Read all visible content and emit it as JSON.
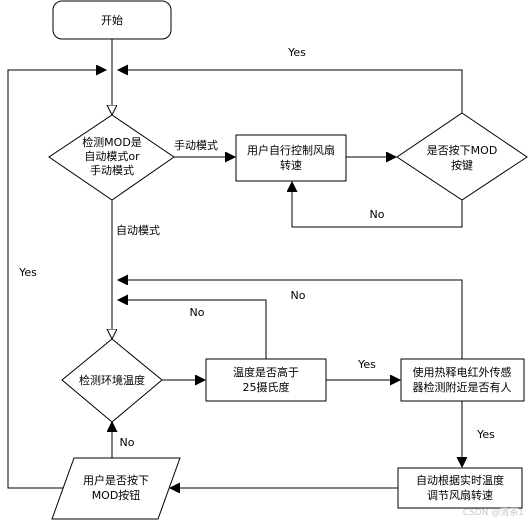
{
  "nodes": {
    "start": "开始",
    "check_mode": [
      "检测MOD是",
      "自动模式or",
      "手动模式"
    ],
    "manual_fan": [
      "用户自行控制风扇",
      "转速"
    ],
    "mod_pressed": [
      "是否按下MOD",
      "按键"
    ],
    "detect_temp": "检测环境温度",
    "temp_high": [
      "温度是否高于",
      "25摄氏度"
    ],
    "infrared": [
      "使用热释电红外传感",
      "器检测附近是否有人"
    ],
    "auto_fan": [
      "自动根据实时温度",
      "调节风扇转速"
    ],
    "user_mod_btn": [
      "用户是否按下",
      "MOD按钮"
    ]
  },
  "edges": {
    "manual_mode": "手动模式",
    "auto_mode": "自动模式",
    "yes_top": "Yes",
    "no_manual": "No",
    "yes_left": "Yes",
    "no_mid": "No",
    "no_temp": "No",
    "yes_temp": "Yes",
    "yes_infrared": "Yes",
    "no_mod_btn": "No"
  },
  "watermark": "CSDN @清茶1"
}
